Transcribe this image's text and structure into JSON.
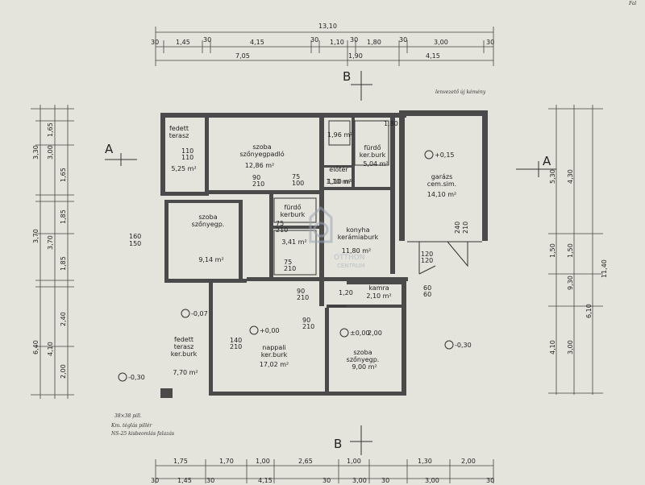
{
  "top_dims": {
    "total": "13,10",
    "row1": [
      "30",
      "1,45",
      "30",
      "4,15",
      "30",
      "1,10",
      "30",
      "1,80",
      "30",
      "3,00",
      "30"
    ],
    "row2": [
      "7,05",
      "1,90",
      "4,15"
    ]
  },
  "bottom_dims": {
    "row1": [
      "1,75",
      "1,70",
      "1,00",
      "2,65",
      "1,00",
      "1,30",
      "2,00"
    ],
    "row2": [
      "30",
      "1,45",
      "30",
      "4,15",
      "30",
      "3,00",
      "30",
      "3,00",
      "30"
    ]
  },
  "left_dims": {
    "outer": [
      "3,30",
      "3,70",
      "6,40"
    ],
    "inner": [
      "1,65",
      "3,00",
      "1,65",
      "1,85",
      "3,70",
      "1,85",
      "2,40",
      "4,10",
      "2,00"
    ]
  },
  "right_dims": {
    "values": [
      "5,30",
      "4,30",
      "1,50",
      "1,50",
      "9,30",
      "11,40",
      "4,10",
      "3,00",
      "6,10"
    ]
  },
  "sections": {
    "a": "A",
    "b": "B"
  },
  "rooms": [
    {
      "name": "fedett\nterasz",
      "area": "5,25 m²"
    },
    {
      "name": "szoba\nszőnyegpadló",
      "area": "12,86 m²"
    },
    {
      "name": "fürdő\nker.burk",
      "area": "5,04 m²"
    },
    {
      "name": "előtér",
      "area": "1,10 m²"
    },
    {
      "name": "garázs\ncem.sim.",
      "area": "14,10 m²"
    },
    {
      "name": "szoba\nszőnyegp.",
      "area": "9,14 m²"
    },
    {
      "name": "fürdő\nkerburk",
      "area": "3,41 m²"
    },
    {
      "name": "konyha\nkerámiaburk",
      "area": "11,80 m²"
    },
    {
      "name": "kamra",
      "area": "2,10 m²"
    },
    {
      "name": "fedett\nterasz\nker.burk",
      "area": "7,70 m²"
    },
    {
      "name": "nappali\nker.burk",
      "area": "17,02 m²"
    },
    {
      "name": "szoba\nszőnyegp.",
      "area": "9,00 m²"
    }
  ],
  "levels": [
    "+0,00",
    "-0,07",
    "-0,30",
    "-0,30",
    "+0,15",
    "±0,00"
  ],
  "openings": [
    "90\n210",
    "75\n210",
    "75\n210",
    "140\n210",
    "90\n210",
    "90\n210",
    "120\n120",
    "60\n60",
    "160\n150",
    "110\n110",
    "240\n210",
    "75\n100",
    "1,80",
    "1,96 m²",
    "1,10 m²",
    "2,00",
    "1,20"
  ],
  "notes": {
    "pillar": "38×38 pill.",
    "note1": "Km. téglás pillér",
    "note2": "NS-25 kisbeomlás falazás",
    "top_right": "lenvezető új kémény",
    "corner": "Fal"
  },
  "watermark": {
    "line1": "OTTHON",
    "line2": "CENTRUM"
  }
}
